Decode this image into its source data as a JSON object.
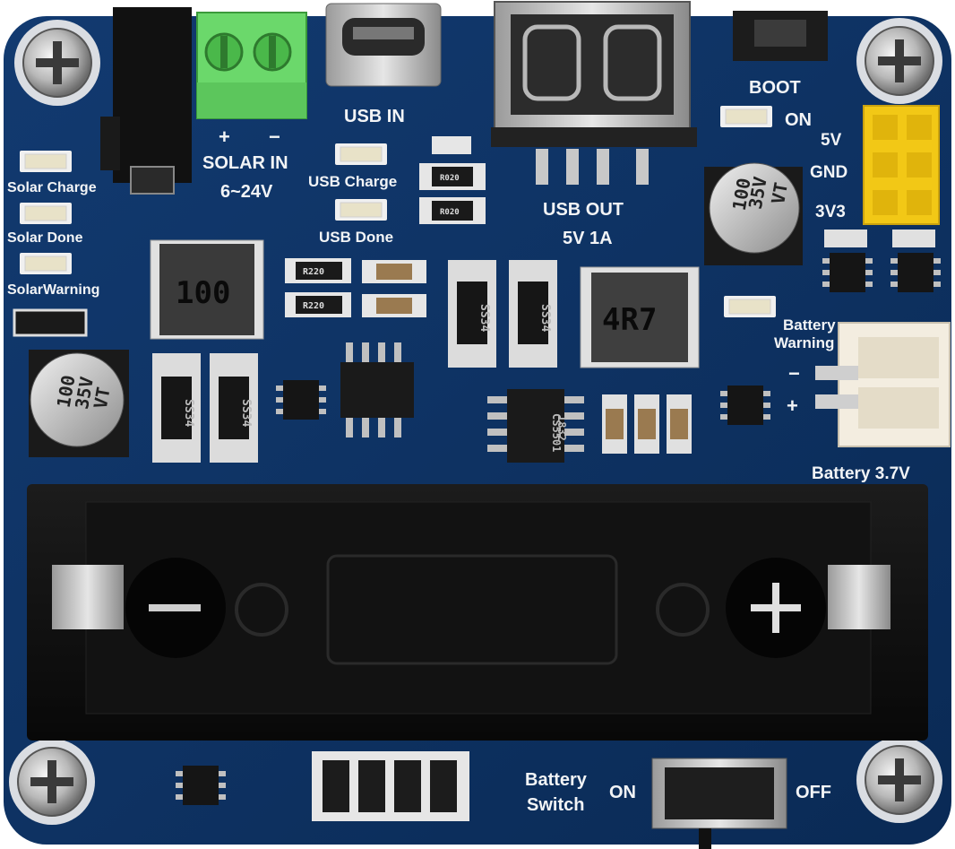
{
  "board": {
    "pcb_color": "#0d2f5c",
    "silkscreen_color": "#f2f4f6",
    "header_color": "#f2c816",
    "terminal_color": "#6bd86b"
  },
  "labels": {
    "solar_plus": "+",
    "solar_minus": "−",
    "solar_in": "SOLAR IN",
    "solar_range": "6~24V",
    "usb_in": "USB IN",
    "usb_out": "USB OUT",
    "usb_out_rating": "5V 1A",
    "boot": "BOOT",
    "on_led": "ON",
    "pin_5v": "5V",
    "pin_gnd": "GND",
    "pin_3v3": "3V3",
    "solar_charge": "Solar Charge",
    "solar_done": "Solar Done",
    "solar_warning": "SolarWarning",
    "usb_charge": "USB Charge",
    "usb_done": "USB Done",
    "battery_warning_1": "Battery",
    "battery_warning_2": "Warning",
    "battery_minus": "−",
    "battery_plus": "+",
    "battery_voltage": "Battery 3.7V",
    "battery_switch_1": "Battery",
    "battery_switch_2": "Switch",
    "switch_on": "ON",
    "switch_off": "OFF"
  },
  "components": {
    "cap_left": [
      "100",
      "35V",
      "VT"
    ],
    "cap_right": [
      "100",
      "35V",
      "VT"
    ],
    "inductor_left": "100",
    "inductor_right": "4R7",
    "diode_1": "SS34",
    "diode_2": "SS34",
    "diode_3": "SS34",
    "diode_4": "SS34",
    "resistor_r220_a": "R220",
    "resistor_r220_b": "R220",
    "resistor_r020_a": "R020",
    "resistor_r020_b": "R020",
    "ic_mid": "CS5501",
    "ic_mid_code": "1832"
  }
}
